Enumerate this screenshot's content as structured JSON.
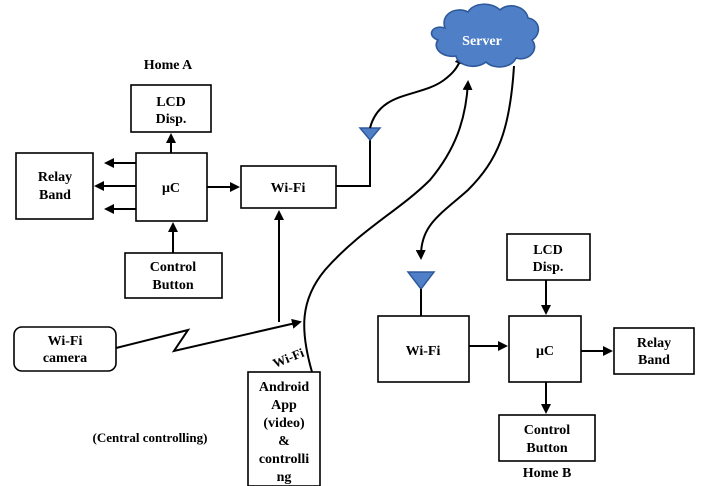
{
  "diagram": {
    "home_a_label": "Home A",
    "home_b_label": "Home B",
    "central_label": "(Central controlling)",
    "server_label": "Server",
    "wifi_link_label": "Wi-Fi",
    "home_a": {
      "lcd": [
        "LCD",
        "Disp."
      ],
      "relay": [
        "Relay",
        "Band"
      ],
      "uc": "μC",
      "wifi": "Wi-Fi",
      "control": [
        "Control",
        "Button"
      ]
    },
    "camera": [
      "Wi-Fi",
      "camera"
    ],
    "android": [
      "Android",
      "App",
      "(video)",
      "&",
      "controlli",
      "ng"
    ],
    "home_b": {
      "lcd": [
        "LCD",
        "Disp."
      ],
      "wifi": "Wi-Fi",
      "uc": "μC",
      "relay": [
        "Relay",
        "Band"
      ],
      "control": [
        "Control",
        "Button"
      ]
    },
    "colors": {
      "cloud_fill": "#4F7FC6",
      "cloud_stroke": "#2E5A9C",
      "antenna_fill": "#4F7FC6",
      "server_text": "#ffffff"
    }
  }
}
